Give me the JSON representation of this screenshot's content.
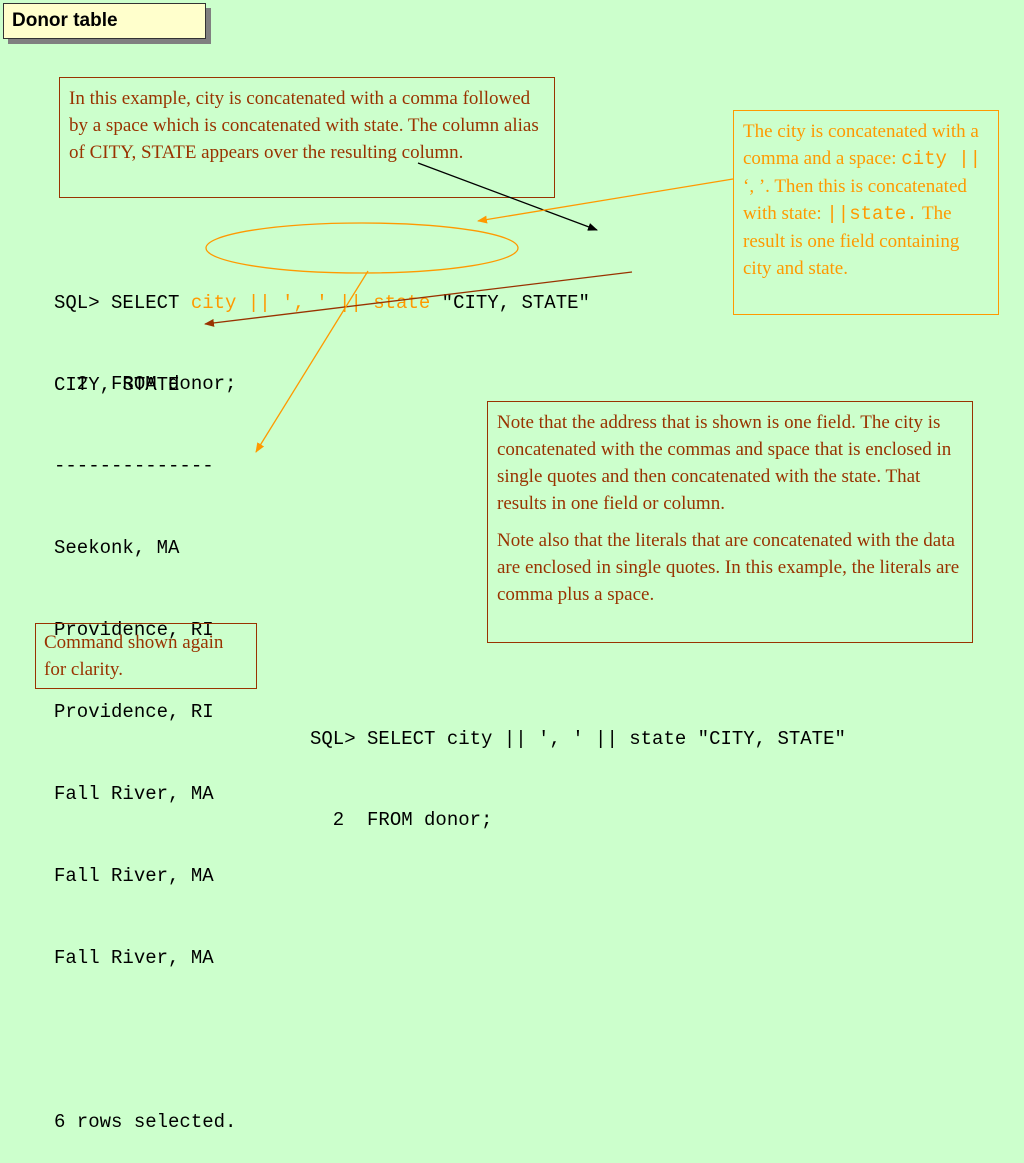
{
  "title": "Donor table",
  "note_top": "In this example, city is concatenated with a comma followed by a space which is concatenated with state.  The column alias of CITY, STATE appears over the resulting column.",
  "note_right": {
    "t1": "The city is concatenated with a comma and a space: ",
    "c1": "city ||",
    "c2": " ‘, ’.",
    "t2": " Then this is concatenated with state:  ",
    "c3": "||state.",
    "t3": " The result is one field containing city and state."
  },
  "sql_top": {
    "prompt": "SQL> SELECT ",
    "expr": "city || ', ' || state",
    "alias": " \"CITY, STATE\"",
    "line2": "  2  FROM donor;"
  },
  "result": {
    "header": "CITY, STATE",
    "dashes": "--------------",
    "rows": [
      "Seekonk, MA",
      "Providence, RI",
      "Providence, RI",
      "Fall River, MA",
      "Fall River, MA",
      "Fall River, MA"
    ],
    "footer": "6 rows selected."
  },
  "note_mid": {
    "p1": "Note that the address that is shown is one field. The city is concatenated with the commas and space that is enclosed in single quotes and then concatenated with the state.  That results in one field or column.",
    "p2": "Note also that the literals that are concatenated with the data are enclosed in single quotes.  In this example, the literals are comma plus a space."
  },
  "note_bottom": "Command shown again for clarity.",
  "sql_bottom": {
    "line1": "SQL> SELECT city || ', ' || state \"CITY, STATE\"",
    "line2": "  2  FROM donor;"
  },
  "colors": {
    "background": "#ccffcc",
    "title_bg": "#ffffcc",
    "dark_note": "#993300",
    "orange_note": "#ff9900"
  }
}
